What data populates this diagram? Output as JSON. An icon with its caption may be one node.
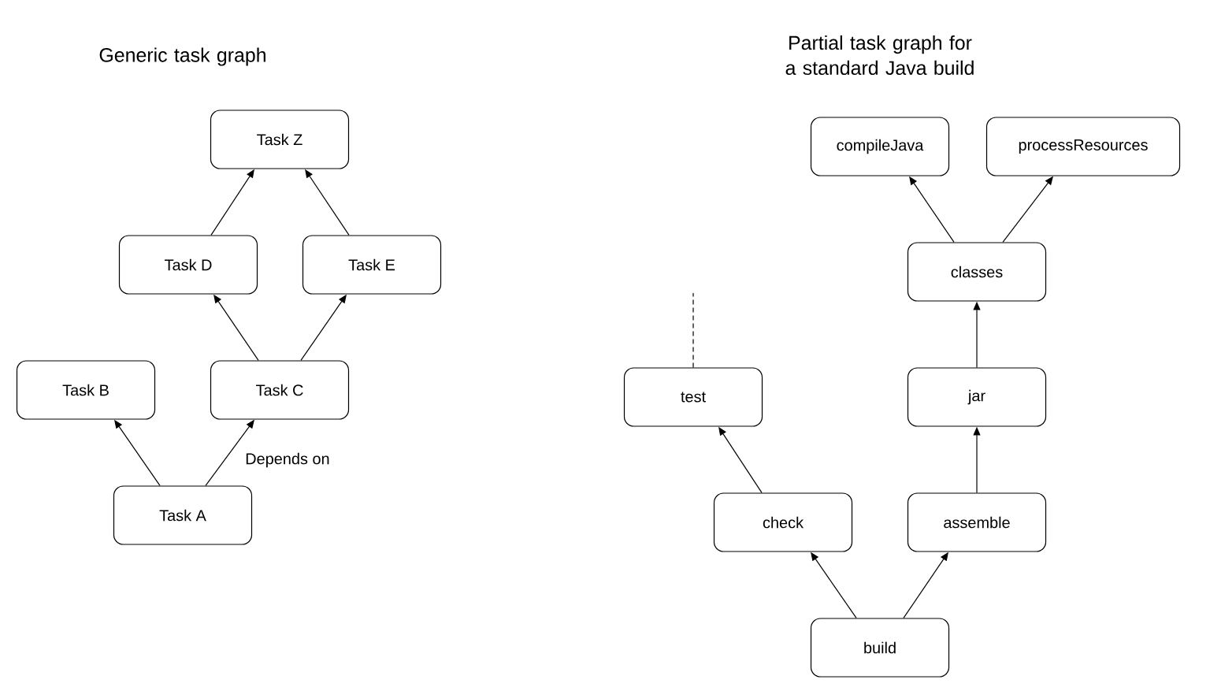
{
  "diagram": {
    "nodes": [
      {
        "text": [
          "Task Z"
        ]
      },
      {
        "text": [
          "Task D"
        ]
      },
      {
        "text": [
          "Task E"
        ]
      },
      {
        "text": [
          "Task B"
        ]
      },
      {
        "text": [
          "Task C"
        ]
      },
      {
        "text": [
          "Task A"
        ]
      },
      {
        "text": [
          "compileJava"
        ]
      },
      {
        "text": [
          "processResources"
        ]
      },
      {
        "text": [
          "classes"
        ]
      },
      {
        "text": [
          "test"
        ]
      },
      {
        "text": [
          "jar"
        ]
      },
      {
        "text": [
          "check"
        ]
      },
      {
        "text": [
          "assemble"
        ]
      },
      {
        "text": [
          "build"
        ]
      }
    ],
    "edges": [
      {
        "from": 5,
        "to": 3,
        "arrow": "to"
      },
      {
        "from": 5,
        "to": 4,
        "arrow": "to",
        "label": "Depends on"
      },
      {
        "from": 4,
        "to": 1,
        "arrow": "to"
      },
      {
        "from": 4,
        "to": 2,
        "arrow": "to"
      },
      {
        "from": 1,
        "to": 0,
        "arrow": "to"
      },
      {
        "from": 2,
        "to": 0,
        "arrow": "to"
      },
      {
        "from": 13,
        "to": 11,
        "arrow": "to"
      },
      {
        "from": 13,
        "to": 12,
        "arrow": "to"
      },
      {
        "from": 11,
        "to": 9,
        "arrow": "to"
      },
      {
        "from": 12,
        "to": 10,
        "arrow": "to"
      },
      {
        "from": 10,
        "to": 8,
        "arrow": "to"
      },
      {
        "from": 8,
        "to": 6,
        "arrow": "to"
      },
      {
        "from": 8,
        "to": 7,
        "arrow": "to"
      },
      {
        "from": 9,
        "to": null,
        "arrow": "none",
        "style": "dashed"
      }
    ],
    "labels": [
      "Generic task graph",
      "Partial task graph for a standard Java build"
    ]
  }
}
